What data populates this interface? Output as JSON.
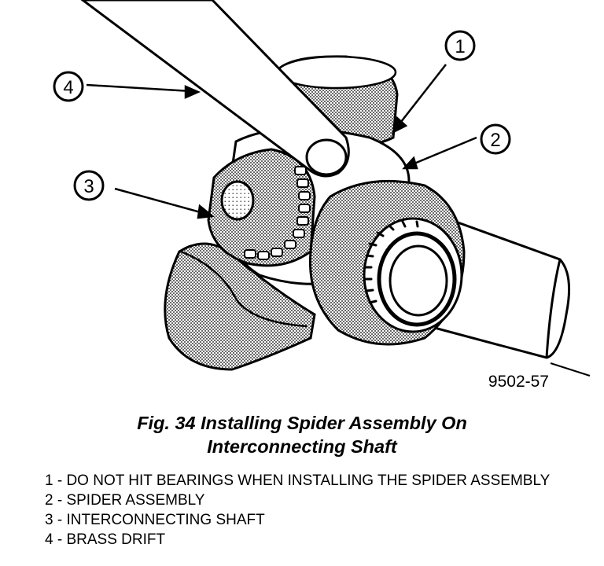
{
  "figure": {
    "callouts": [
      "1",
      "2",
      "3",
      "4"
    ],
    "drawing_code": "9502-57"
  },
  "caption": {
    "line1": "Fig. 34 Installing Spider Assembly On",
    "line2": "Interconnecting Shaft"
  },
  "legend": [
    "1 - DO NOT HIT BEARINGS WHEN INSTALLING THE SPIDER ASSEMBLY",
    "2 - SPIDER ASSEMBLY",
    "3 - INTERCONNECTING SHAFT",
    "4 - BRASS DRIFT"
  ],
  "colors": {
    "ink": "#000000",
    "paper": "#ffffff",
    "shade": "#c8c8c8"
  }
}
